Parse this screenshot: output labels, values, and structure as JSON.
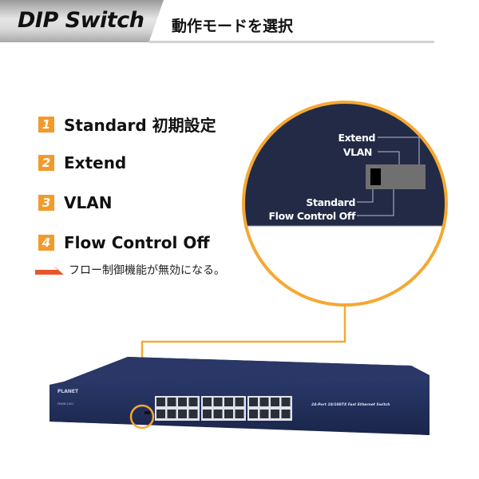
{
  "header": {
    "title": "DIP Switch",
    "subtitle": "動作モードを選択"
  },
  "modes": [
    {
      "num": "1",
      "label": "Standard 初期設定"
    },
    {
      "num": "2",
      "label": "Extend"
    },
    {
      "num": "3",
      "label": "VLAN"
    },
    {
      "num": "4",
      "label": "Flow Control Off"
    }
  ],
  "note": {
    "icon": "arrow-right-icon",
    "text": "フロー制御機能が無効になる。"
  },
  "callout": {
    "labels": {
      "extend": "Extend",
      "vlan": "VLAN",
      "standard": "Standard",
      "flow": "Flow Control Off"
    }
  },
  "device": {
    "brand": "PLANET",
    "model": "FNSW-2401",
    "description": "24-Port 10/100TX Fast Ethernet Switch"
  },
  "colors": {
    "accent": "#f5a833",
    "navy": "#222a45",
    "badge": "#f39a2c",
    "arrow": "#e8562a"
  }
}
